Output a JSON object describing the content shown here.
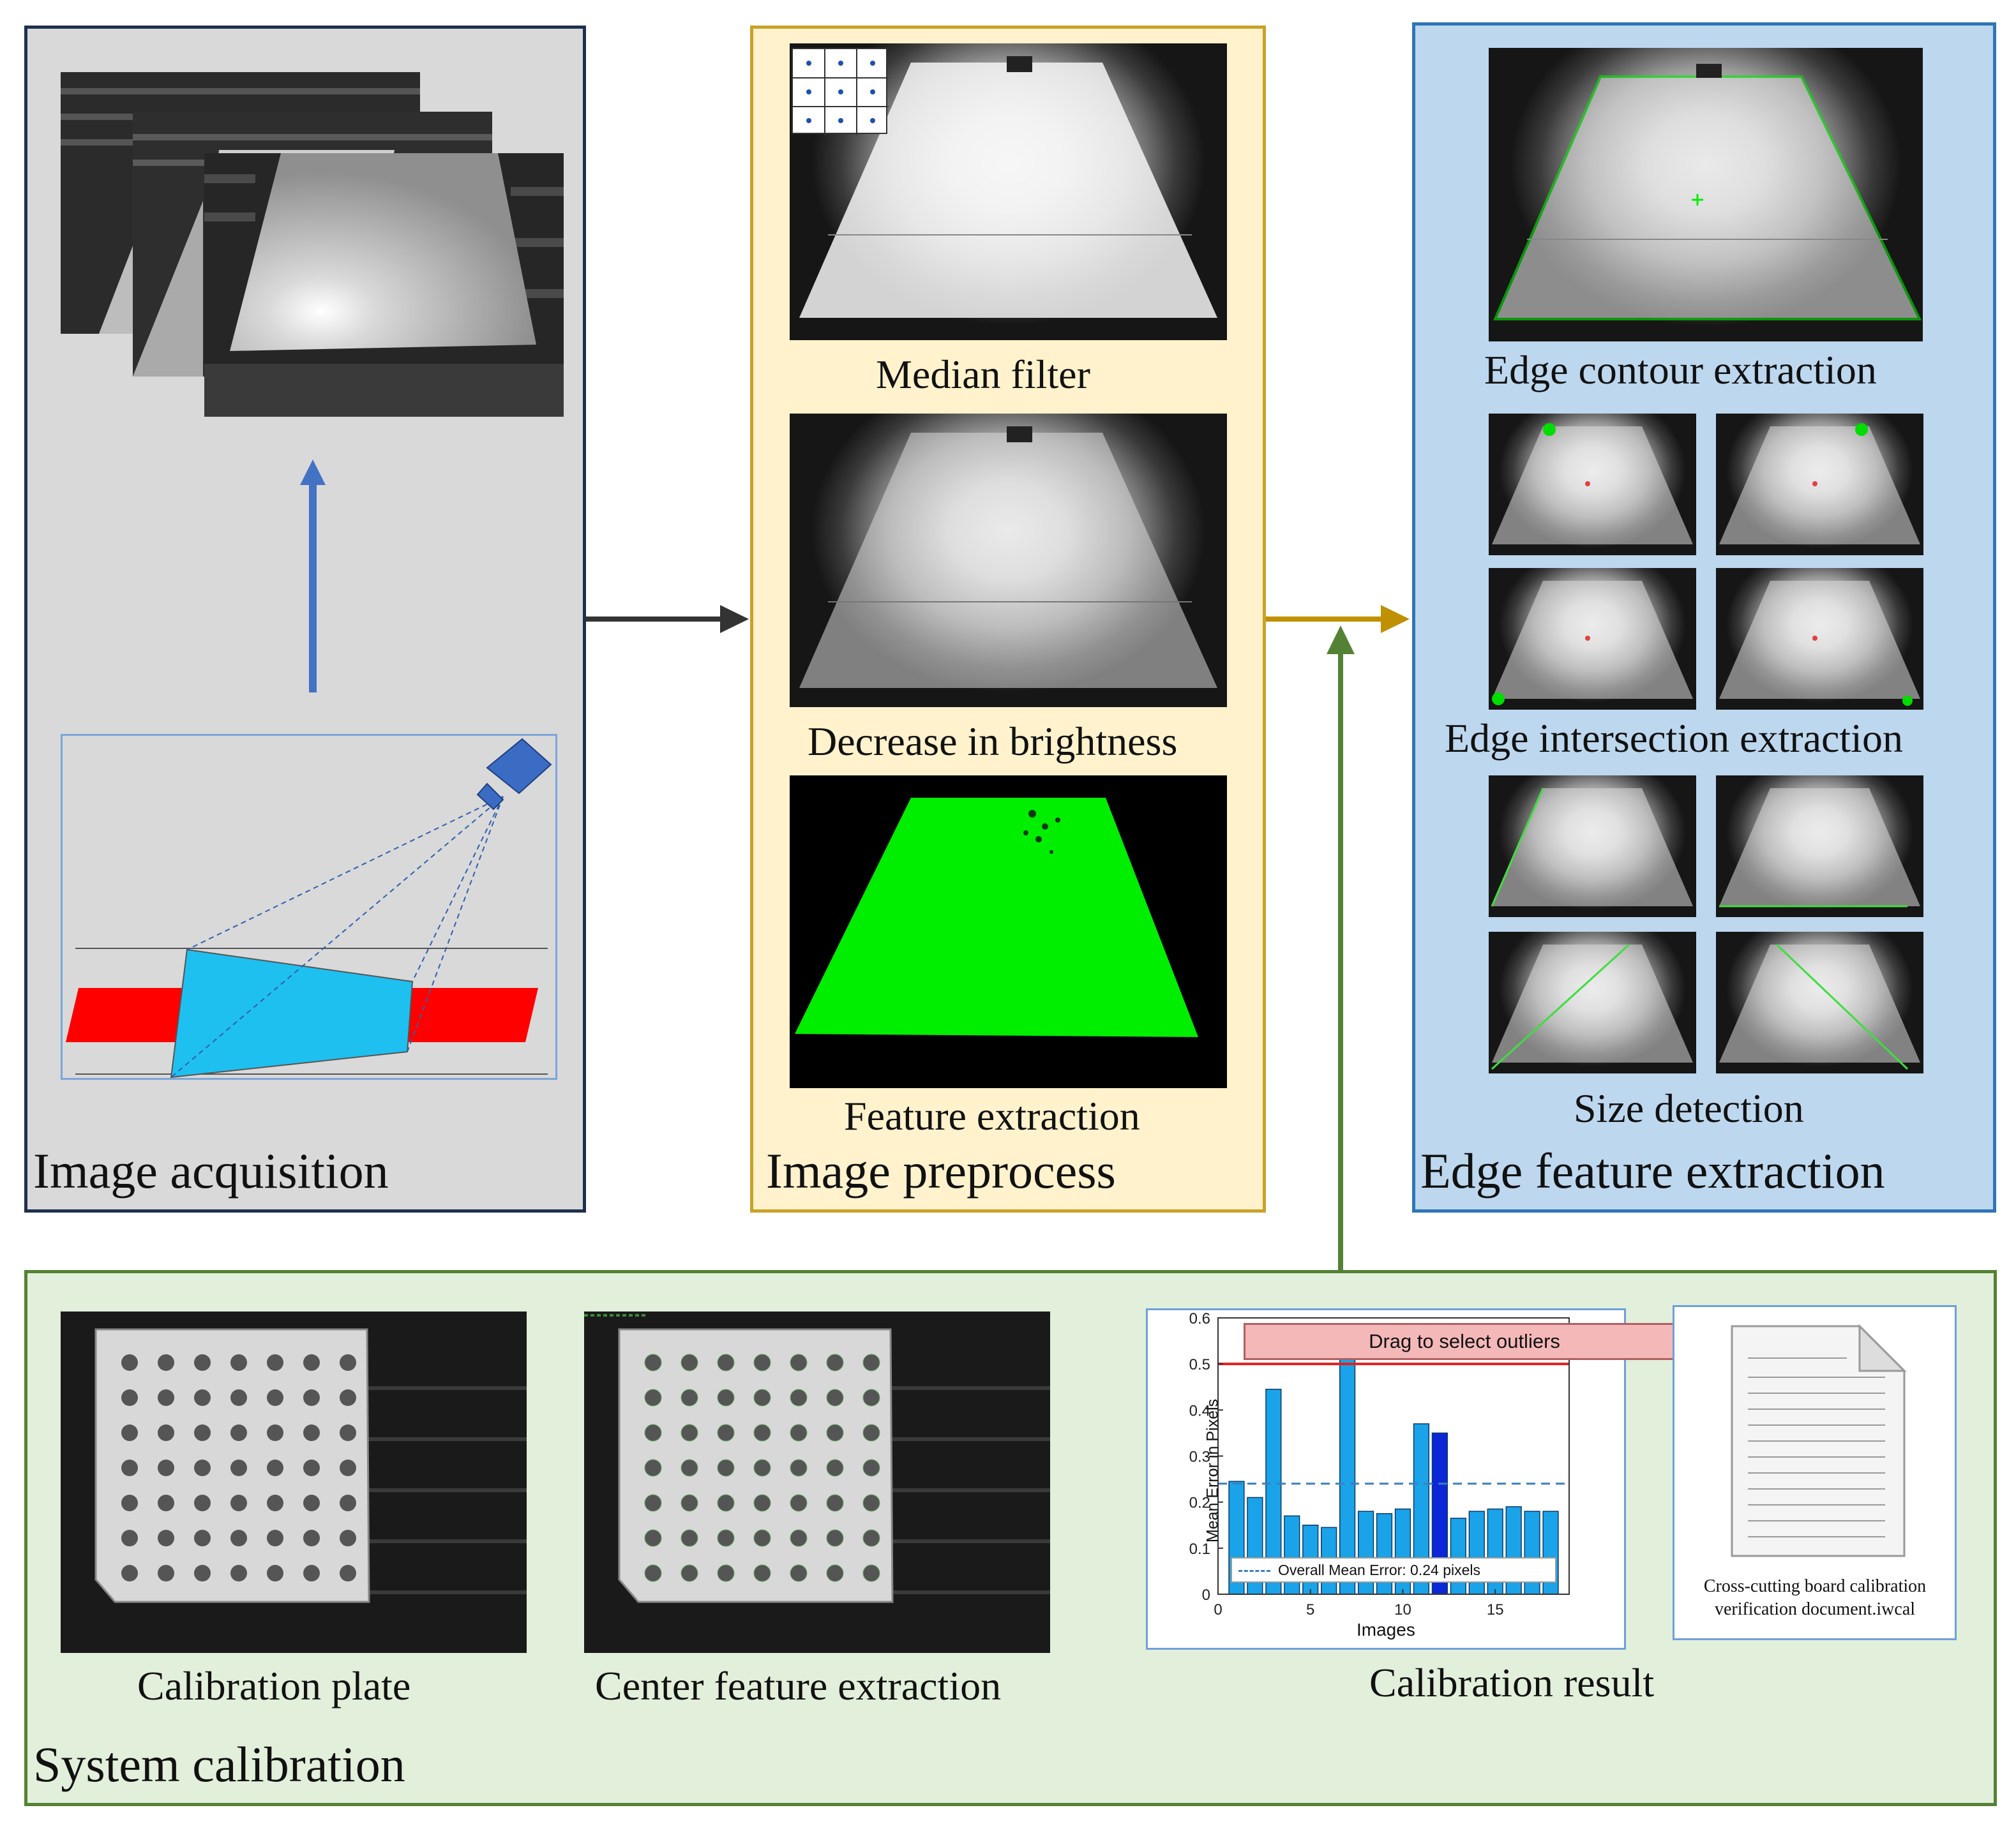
{
  "panels": {
    "acquisition": {
      "title": "Image acquisition"
    },
    "preprocess": {
      "title": "Image preprocess",
      "steps": [
        "Median filter",
        "Decrease in brightness",
        "Feature extraction"
      ]
    },
    "edge": {
      "title": "Edge feature extraction",
      "steps": [
        "Edge contour extraction",
        "Edge intersection extraction",
        "Size detection"
      ]
    },
    "calibration": {
      "title": "System calibration",
      "steps": [
        "Calibration plate",
        "Center feature extraction",
        "Calibration result"
      ]
    }
  },
  "calibration_chart": {
    "type": "bar",
    "button_label": "Drag to select outliers",
    "ylabel": "Mean Error in Pixels",
    "xlabel": "Images",
    "ylim": [
      0,
      0.6
    ],
    "yticks": [
      "0",
      "0.1",
      "0.2",
      "0.3",
      "0.4",
      "0.5",
      "0.6"
    ],
    "xticks": [
      "0",
      "5",
      "10",
      "15"
    ],
    "values": [
      0.245,
      0.21,
      0.445,
      0.17,
      0.15,
      0.145,
      0.51,
      0.18,
      0.175,
      0.185,
      0.37,
      0.35,
      0.165,
      0.18,
      0.185,
      0.19,
      0.18,
      0.18
    ],
    "selected_index": 12,
    "threshold": 0.5,
    "mean": 0.24,
    "mean_label": "Overall Mean Error: 0.24 pixels",
    "colors": {
      "bar": "#1aa3e8",
      "selected": "#0b27d8",
      "threshold": "#e02020",
      "mean": "#3a7fc0"
    }
  },
  "document_icon": {
    "icon": "document-icon",
    "label": "Cross-cutting board calibration verification document.iwcal"
  },
  "colors": {
    "acquisition_bg": "#d9d9d9",
    "acquisition_border": "#1f2f4f",
    "preprocess_bg": "#fff2cc",
    "preprocess_border": "#c9a227",
    "edge_bg": "#bdd7ee",
    "edge_border": "#2e75b6",
    "calibration_bg": "#e2efda",
    "calibration_border": "#548235",
    "arrow_dark": "#333333",
    "arrow_gold": "#bf9000",
    "arrow_green": "#548235",
    "arrow_blue": "#4472c4",
    "feature_green": "#00ee00"
  }
}
